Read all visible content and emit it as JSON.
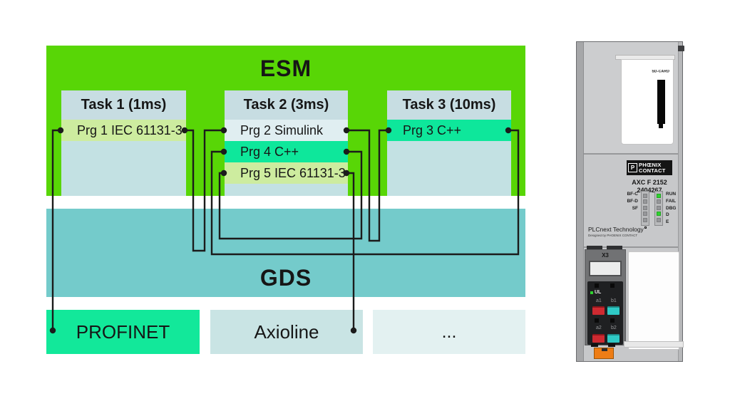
{
  "diagram": {
    "esm_label": "ESM",
    "gds_label": "GDS",
    "tasks": [
      {
        "title": "Task 1 (1ms)",
        "programs": [
          {
            "label": "Prg 1 IEC 61131-3",
            "type": "iec"
          }
        ]
      },
      {
        "title": "Task 2 (3ms)",
        "programs": [
          {
            "label": "Prg 2 Simulink",
            "type": "simulink"
          },
          {
            "label": "Prg 4 C++",
            "type": "cpp"
          },
          {
            "label": "Prg 5 IEC 61131-3",
            "type": "iec"
          }
        ]
      },
      {
        "title": "Task 3 (10ms)",
        "programs": [
          {
            "label": "Prg 3 C++",
            "type": "cpp"
          }
        ]
      }
    ],
    "buses": [
      {
        "label": "PROFINET",
        "type": "profinet"
      },
      {
        "label": "Axioline",
        "type": "axioline"
      },
      {
        "label": "...",
        "type": "other"
      }
    ],
    "colors": {
      "esm_green": "#58d606",
      "task_header": "#c7dde2",
      "task_body": "#c3e1e3",
      "program_iec": "#cdec9f",
      "program_simulink": "#e0eef1",
      "program_cpp": "#0ee79b",
      "gds_teal": "#74cbcb",
      "profinet_green": "#12e89a",
      "axioline_gray": "#c9e4e4",
      "other_gray": "#e3f1f1",
      "line_black": "#1b1b1b"
    }
  },
  "device": {
    "sd_card_label": "SD-CARD",
    "brand": {
      "line1": "PHŒNIX",
      "line2": "CONTACT",
      "icon": "P"
    },
    "model": "AXC F 2152",
    "article_number": "2404267",
    "led_left_labels": [
      "BF-C",
      "BF-D",
      "SF"
    ],
    "led_right_labels": [
      "RUN",
      "FAIL",
      "DBG",
      "D",
      "E"
    ],
    "led_right_on": [
      true,
      false,
      false,
      true,
      false
    ],
    "tech_label": "PLCnext Technology",
    "designed_by": "Designed by PHOENIX CONTACT",
    "connector_label": "X3",
    "ul_label": "UL",
    "terminal_labels": [
      "a1",
      "b1",
      "a2",
      "b2"
    ]
  }
}
